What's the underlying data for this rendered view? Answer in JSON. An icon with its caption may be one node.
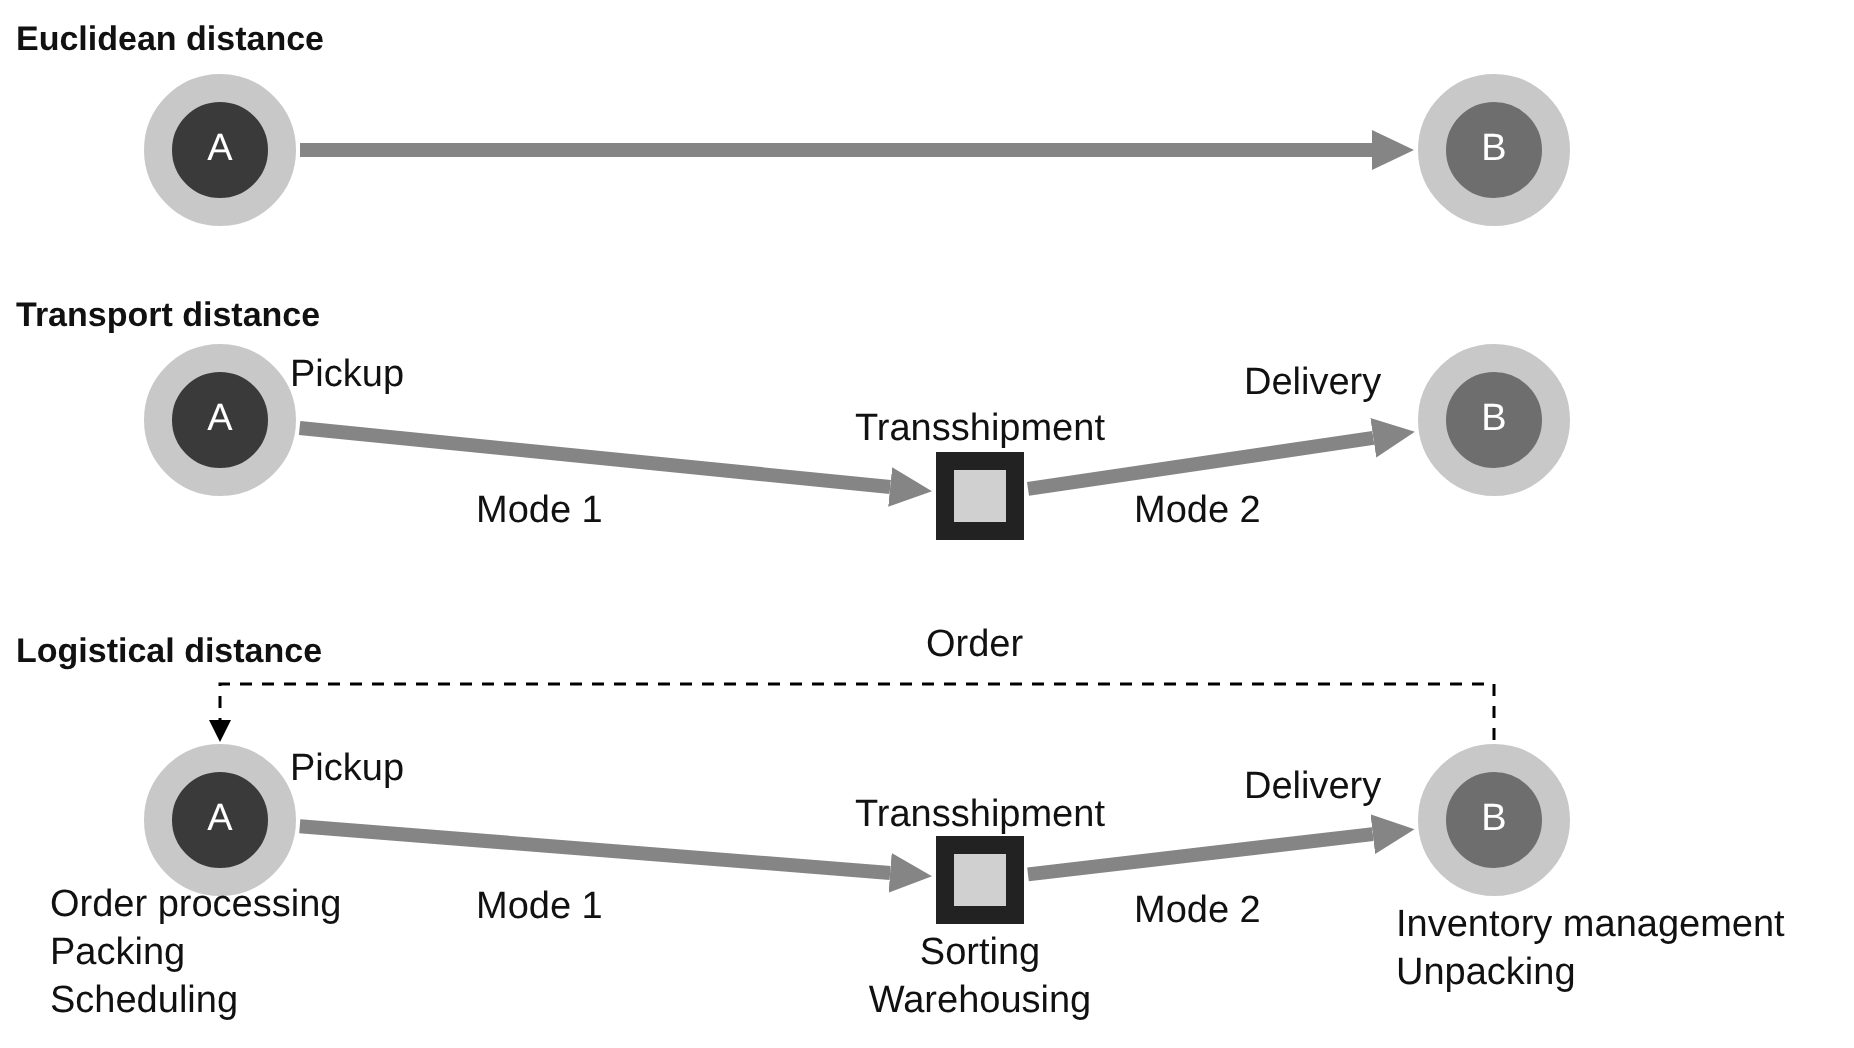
{
  "diagram": {
    "nodes": [
      {
        "text": [
          "A"
        ]
      },
      {
        "text": [
          "B"
        ]
      },
      {
        "text": [
          "A"
        ]
      },
      {
        "text": [
          "Transshipment"
        ]
      },
      {
        "text": [
          "B"
        ]
      },
      {
        "text": [
          "A"
        ],
        "beside": [
          "Order processing",
          "Packing",
          "Scheduling"
        ]
      },
      {
        "text": [
          "Transshipment"
        ],
        "beside": [
          "Sorting",
          "Warehousing"
        ]
      },
      {
        "text": [
          "B"
        ],
        "beside": [
          "Inventory management",
          "Unpacking"
        ]
      }
    ],
    "edges": [
      {
        "from": 0,
        "to": 1,
        "arrow": "to"
      },
      {
        "from": 2,
        "to": 3,
        "arrow": "to",
        "label": "Mode 1"
      },
      {
        "from": 3,
        "to": 4,
        "arrow": "to",
        "label": "Mode 2"
      },
      {
        "from": 5,
        "to": 6,
        "arrow": "to",
        "label": "Mode 1"
      },
      {
        "from": 6,
        "to": 7,
        "arrow": "to",
        "label": "Mode 2"
      },
      {
        "from": 7,
        "to": 5,
        "arrow": "to",
        "label": "Order",
        "style": "dashed",
        "color": "#000000"
      }
    ],
    "labels": [
      "Euclidean distance",
      "Transport distance",
      "Pickup",
      "Delivery",
      "Logistical distance",
      "Pickup",
      "Delivery"
    ]
  }
}
